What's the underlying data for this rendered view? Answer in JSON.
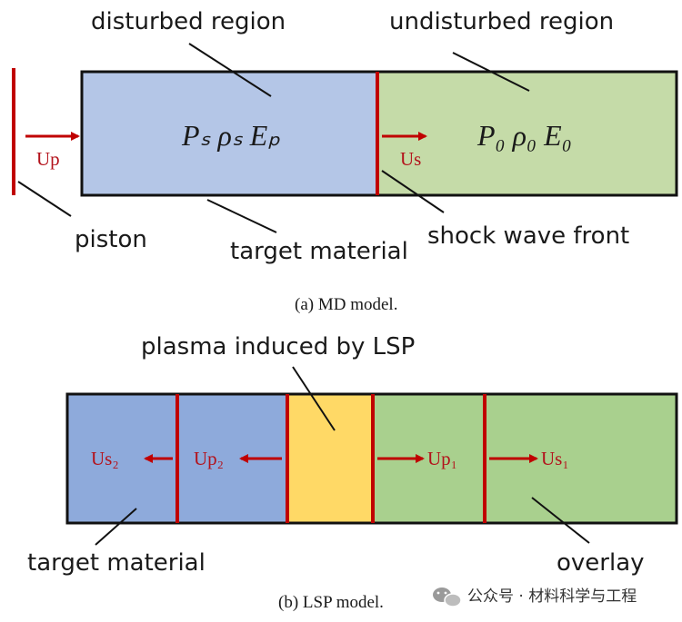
{
  "md_model": {
    "disturbed_region_label": "disturbed region",
    "undisturbed_region_label": "undisturbed region",
    "disturbed_vars": "Pₛ  ρₛ  Eₚ",
    "undisturbed_vars": "P₀  ρ₀  E₀",
    "up_label": "Up",
    "us_label": "Us",
    "piston_label": "piston",
    "target_label": "target material",
    "shock_front_label": "shock wave front",
    "caption": "(a) MD model.",
    "colors": {
      "disturbed": "#b4c6e7",
      "undisturbed": "#c5dba8",
      "red": "#c00000"
    }
  },
  "lsp_model": {
    "plasma_label": "plasma induced by LSP",
    "us2_label": "Us₂",
    "up2_label": "Up₂",
    "up1_label": "Up₁",
    "us1_label": "Us₁",
    "target_label": "target material",
    "overlay_label": "overlay",
    "caption": "(b) LSP model.",
    "colors": {
      "target": "#8eaadb",
      "plasma": "#ffd966",
      "overlay": "#a9d08e",
      "red": "#c00000"
    }
  },
  "watermark": {
    "text": "公众号 · 材料科学与工程"
  }
}
